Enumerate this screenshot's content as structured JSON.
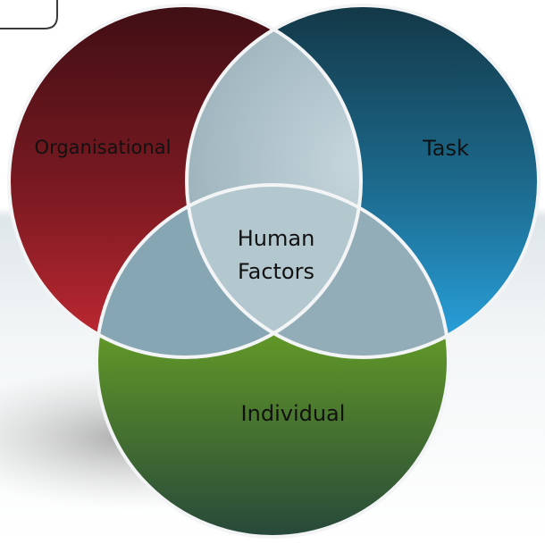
{
  "diagram": {
    "type": "venn",
    "sets": [
      {
        "id": "organisational",
        "label": "Organisational",
        "color": "#8e1c24"
      },
      {
        "id": "task",
        "label": "Task",
        "color": "#1f7aa8"
      },
      {
        "id": "individual",
        "label": "Individual",
        "color": "#6fa51a"
      }
    ],
    "center_label_lines": [
      "Human",
      "Factors"
    ],
    "overlap_color": "#a9bfc7",
    "outline_color": "#f2f4f5"
  }
}
